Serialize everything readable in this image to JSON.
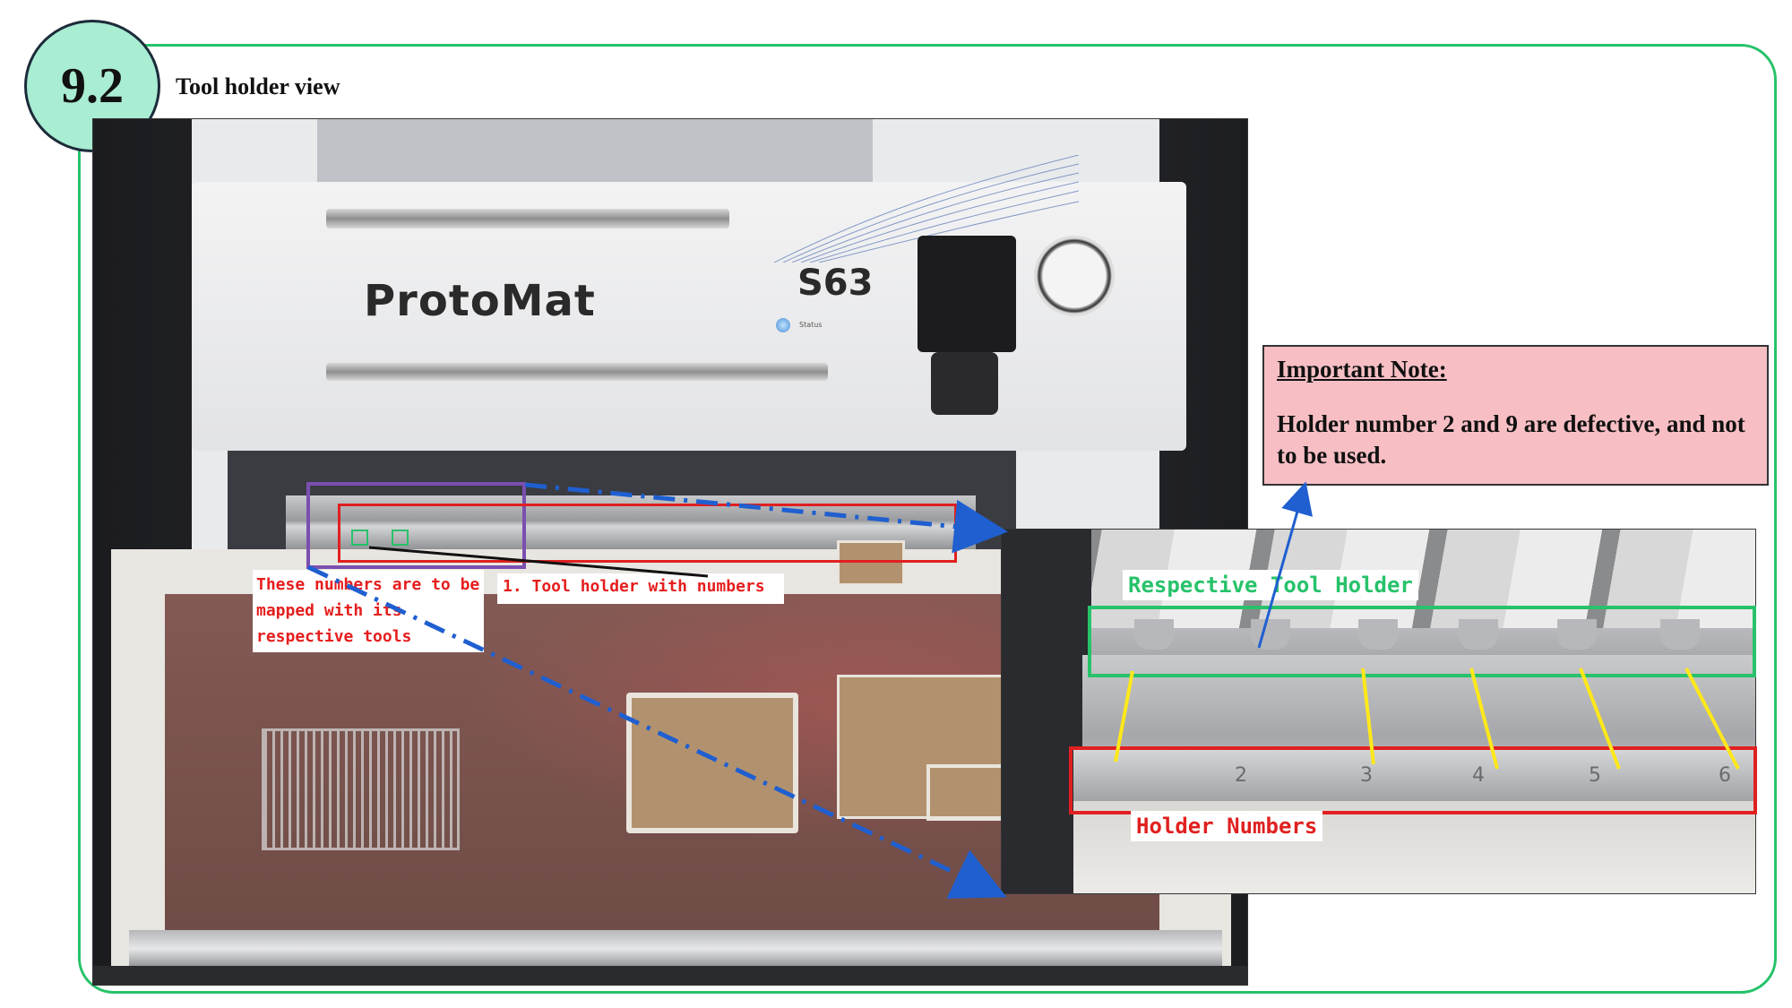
{
  "section": {
    "number": "9.2",
    "title": "Tool holder view"
  },
  "photo": {
    "brand": "ProtoMat",
    "model": "S63",
    "status_label": "Status"
  },
  "callouts": {
    "mapping_line1": "These numbers are to be",
    "mapping_line2": "mapped with its",
    "mapping_line3": "respective tools",
    "tool_holder": "1. Tool holder with numbers"
  },
  "inset": {
    "respective_label": "Respective Tool Holder",
    "numbers_label": "Holder Numbers",
    "digits": [
      "2",
      "3",
      "4",
      "5",
      "6"
    ]
  },
  "note": {
    "title": "Important Note:",
    "body": "Holder number 2 and 9 are defective, and not to be used."
  },
  "colors": {
    "frame_green": "#27c26a",
    "badge_fill": "#a9edd3",
    "note_fill": "#f7bfc4",
    "callout_red": "#e51e1e",
    "box_purple": "#7b4fb0",
    "arrow_blue": "#1f5fd0",
    "pointer_yellow": "#ffe81a"
  }
}
